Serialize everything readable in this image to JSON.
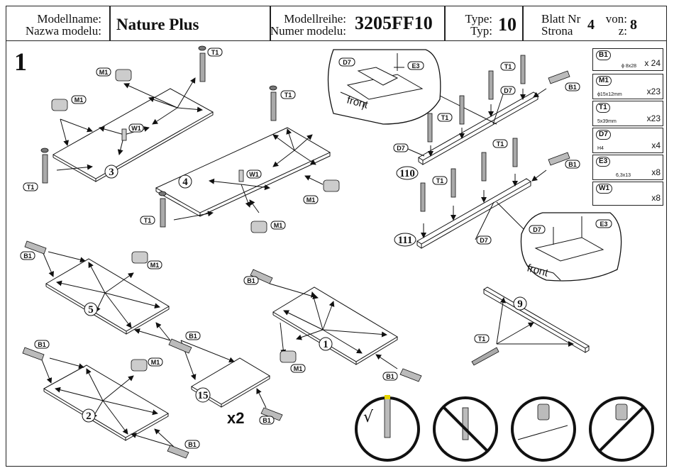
{
  "header": {
    "model_name_label_de": "Modellname:",
    "model_name_label_pl": "Nazwa modelu:",
    "model_name": "Nature Plus",
    "series_label_de": "Modellreihe:",
    "series_label_pl": "Numer modelu:",
    "series": "3205FF10",
    "type_label_de": "Type:",
    "type_label_pl": "Typ:",
    "type": "10",
    "sheet_label_de": "Blatt Nr",
    "sheet_label_pl": "Strona",
    "sheet": "4",
    "of_label_de": "von:",
    "of_label_pl": "z:",
    "total": "8"
  },
  "step_number": "1",
  "part_numbers": [
    "3",
    "4",
    "5",
    "1",
    "2",
    "15",
    "9",
    "110",
    "111"
  ],
  "hardware_tags": [
    "T1",
    "M1",
    "W1",
    "B1",
    "D7",
    "E3"
  ],
  "detail_labels": {
    "front_top": "front",
    "front_bottom": "front"
  },
  "multiplier": "x2",
  "legend": [
    {
      "tag": "B1",
      "size": "ϕ 8x28",
      "qty": "x 24",
      "icon": "dowel-icon"
    },
    {
      "tag": "M1",
      "size": "ϕ15x12mm",
      "qty": "x23",
      "icon": "cam-lock-icon"
    },
    {
      "tag": "T1",
      "size": "5x39mm",
      "qty": "x23",
      "icon": "screw-icon"
    },
    {
      "tag": "D7",
      "size": "H4",
      "qty": "x4",
      "icon": "bracket-icon"
    },
    {
      "tag": "E3",
      "size": "6,3x13",
      "qty": "x8",
      "icon": "short-screw-icon"
    },
    {
      "tag": "W1",
      "size": "",
      "qty": "x8",
      "icon": "cam-bolt-icon"
    }
  ],
  "warnings": {
    "check_mark": "√"
  }
}
